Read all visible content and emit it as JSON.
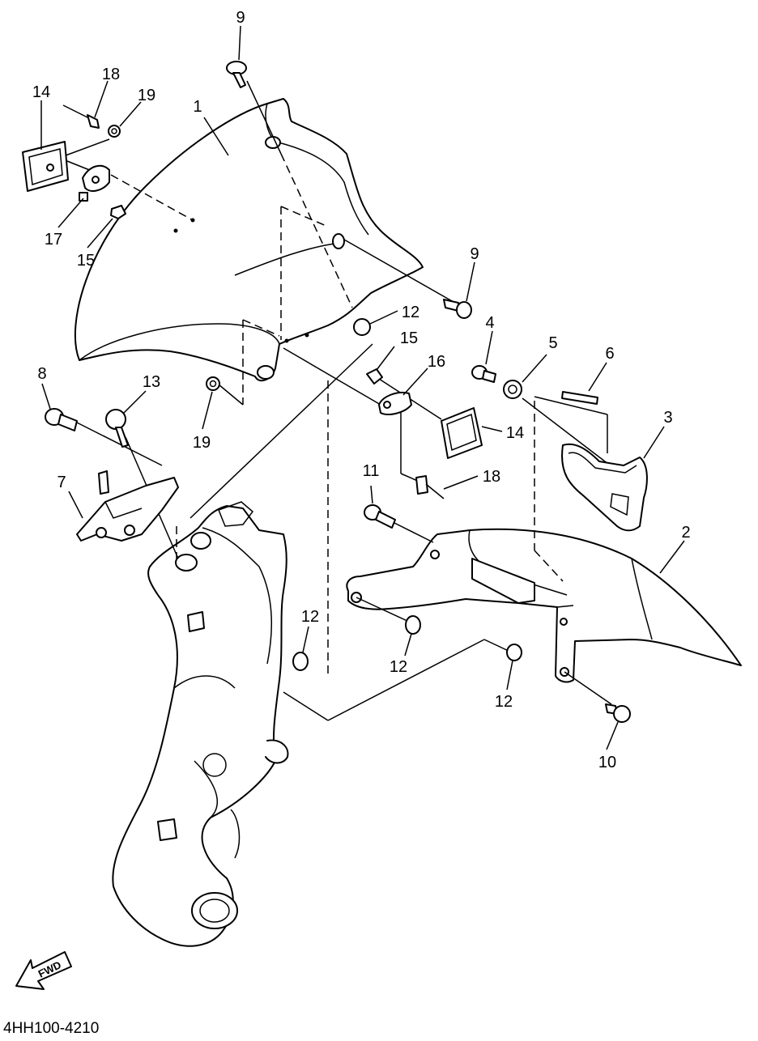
{
  "diagram_code": "4HH100-4210",
  "direction_label": "FWD",
  "callouts": {
    "c9a": "9",
    "c18": "18",
    "c19a": "19",
    "c14a": "14",
    "c1": "1",
    "c17": "17",
    "c15a": "15",
    "c9b": "9",
    "c12a": "12",
    "c4": "4",
    "c5": "5",
    "c6": "6",
    "c15b": "15",
    "c16": "16",
    "c3": "3",
    "c8": "8",
    "c13": "13",
    "c19b": "19",
    "c14b": "14",
    "c18b": "18",
    "c11": "11",
    "c7": "7",
    "c2": "2",
    "c12b": "12",
    "c12c": "12",
    "c12d": "12",
    "c10": "10"
  }
}
